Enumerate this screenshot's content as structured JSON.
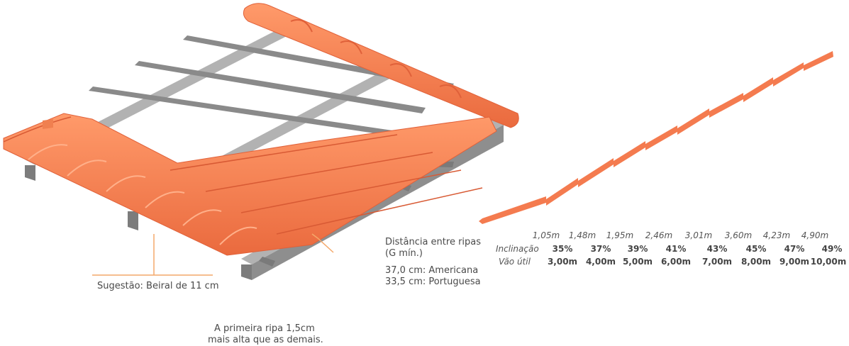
{
  "labels": {
    "distance_title_1": "Distância entre ripas",
    "distance_title_2": "(G mín.)",
    "distance_american": "37,0 cm: Americana",
    "distance_portuguese": "33,5 cm: Portuguesa",
    "eave_suggestion": "Sugestão: Beiral de 11 cm",
    "first_batten_1": "A primeira ripa 1,5cm",
    "first_batten_2": "mais alta que as demais."
  },
  "table": {
    "rises": [
      "1,05m",
      "1,48m",
      "1,95m",
      "2,46m",
      "3,01m",
      "3,60m",
      "4,23m",
      "4,90m"
    ],
    "inclination_label": "Inclinação",
    "inclinations": [
      "35%",
      "37%",
      "39%",
      "41%",
      "43%",
      "45%",
      "47%",
      "49%"
    ],
    "span_label": "Vão útil",
    "spans": [
      "3,00m",
      "4,00m",
      "5,00m",
      "6,00m",
      "7,00m",
      "8,00m",
      "9,00m",
      "10,00m"
    ]
  },
  "colors": {
    "tile": "#f47b4f",
    "tile_dark": "#e3623a",
    "batten": "#8c8c8c",
    "rafter": "#a8a8a8",
    "leader": "#f4a86a"
  }
}
